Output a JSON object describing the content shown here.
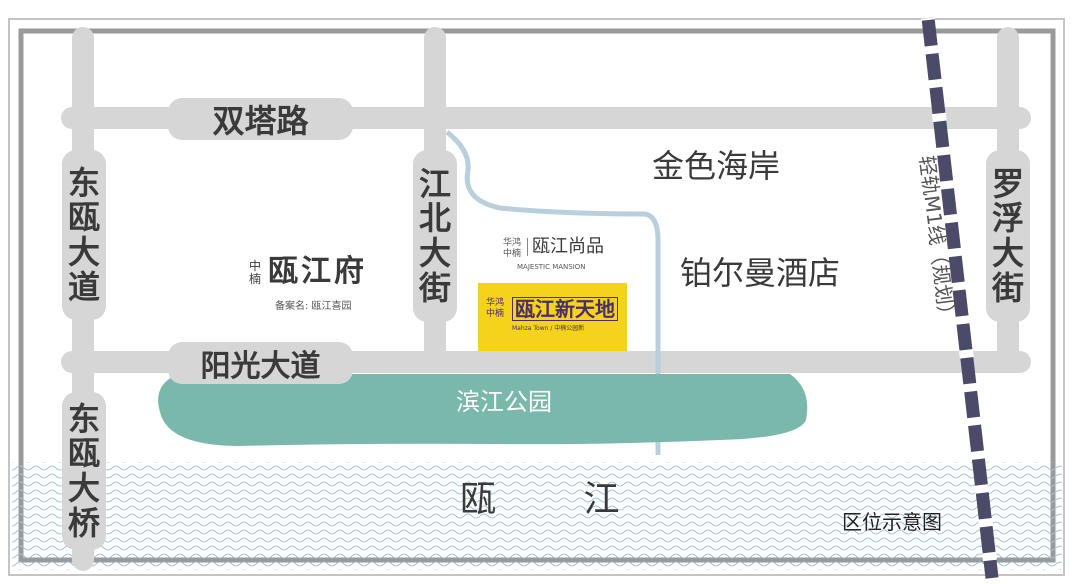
{
  "map": {
    "roads": {
      "shuangta": "双塔路",
      "yangguang": "阳光大道",
      "dongou_avenue": "东瓯大道",
      "dongou_bridge": "东瓯大桥",
      "jiangbei": "江北大街",
      "luofu": "罗浮大街"
    },
    "metro": {
      "label": "轻轨M1线（规划）"
    },
    "places": {
      "golden_coast": "金色海岸",
      "hotel": "铂尔曼酒店",
      "park": "滨江公园",
      "river": "瓯 江"
    },
    "projects": {
      "oujiangfu": {
        "prefix": "中楠",
        "name": "瓯江府",
        "sub": "备案名: 瓯江喜园"
      },
      "shangpin": {
        "prefix": "华鸿 中楠",
        "name": "瓯江尚品",
        "en": "MAJESTIC MANSION"
      },
      "xintiandi": {
        "prefix": "华鸿 中楠",
        "name": "瓯江新天地",
        "en": "Mahza Town / 中楠公园新"
      }
    },
    "caption": "区位示意图",
    "colors": {
      "road": "#d6d6d6",
      "park": "#7ab8ab",
      "river_wave": "#9ec6dd",
      "canal": "#b9cfdc",
      "metro": "#4b4a68",
      "highlight": "#f5d21c",
      "frame": "#9a9a9a"
    }
  }
}
